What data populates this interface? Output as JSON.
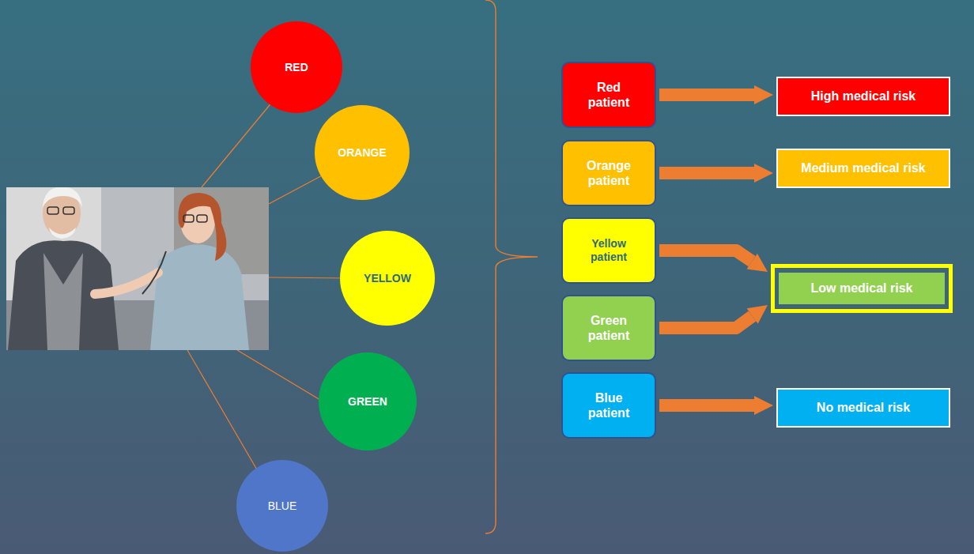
{
  "diagram": {
    "nodes": [
      {
        "text": [
          "RED"
        ]
      },
      {
        "text": [
          "ORANGE"
        ]
      },
      {
        "text": [
          "YELLOW"
        ]
      },
      {
        "text": [
          "GREEN"
        ]
      },
      {
        "text": [
          "BLUE"
        ]
      },
      {
        "text": [
          "Red patient"
        ]
      },
      {
        "text": [
          "Orange patient"
        ]
      },
      {
        "text": [
          "Yellow patient"
        ]
      },
      {
        "text": [
          "Green patient"
        ]
      },
      {
        "text": [
          "Blue patient"
        ]
      },
      {
        "text": [
          "High medical risk"
        ]
      },
      {
        "text": [
          "Medium medical risk"
        ]
      },
      {
        "text": [
          "Low medical risk"
        ]
      },
      {
        "text": [
          "No medical risk"
        ]
      }
    ],
    "edges": [
      {
        "from": 5,
        "to": 10,
        "arrow": "to"
      },
      {
        "from": 6,
        "to": 11,
        "arrow": "to"
      },
      {
        "from": 7,
        "to": 12,
        "arrow": "to"
      },
      {
        "from": 8,
        "to": 12,
        "arrow": "to"
      },
      {
        "from": 9,
        "to": 13,
        "arrow": "to"
      }
    ]
  }
}
